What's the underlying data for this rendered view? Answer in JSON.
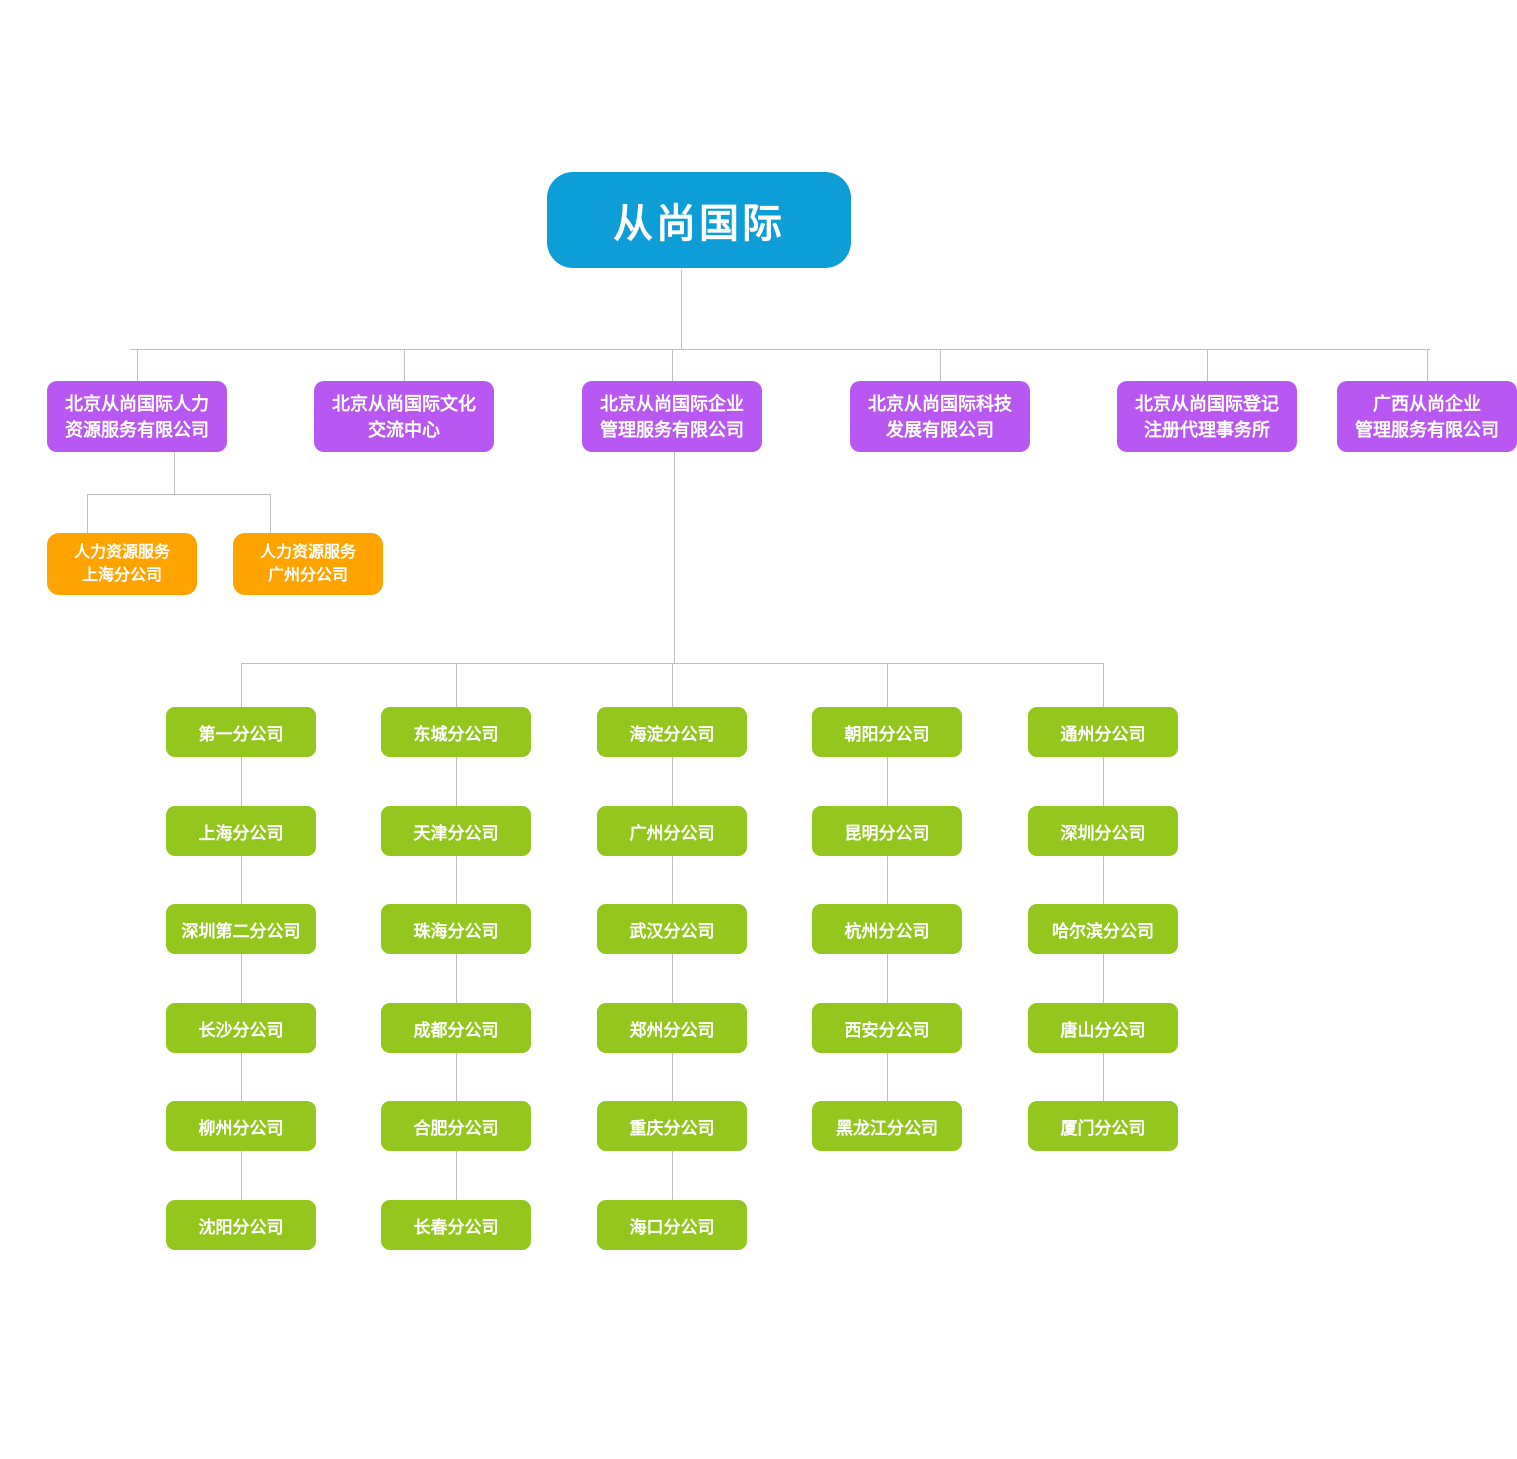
{
  "root": {
    "label": "从尚国际"
  },
  "level2": [
    {
      "label_lines": [
        "北京从尚国际人力",
        "资源服务有限公司"
      ]
    },
    {
      "label_lines": [
        "北京从尚国际文化",
        "交流中心"
      ]
    },
    {
      "label_lines": [
        "北京从尚国际企业",
        "管理服务有限公司"
      ]
    },
    {
      "label_lines": [
        "北京从尚国际科技",
        "发展有限公司"
      ]
    },
    {
      "label_lines": [
        "北京从尚国际登记",
        "注册代理事务所"
      ]
    },
    {
      "label_lines": [
        "广西从尚企业",
        "管理服务有限公司"
      ]
    }
  ],
  "hr_branches": [
    {
      "label_lines": [
        "人力资源服务",
        "上海分公司"
      ]
    },
    {
      "label_lines": [
        "人力资源服务",
        "广州分公司"
      ]
    }
  ],
  "branch_columns": [
    [
      "第一分公司",
      "上海分公司",
      "深圳第二分公司",
      "长沙分公司",
      "柳州分公司",
      "沈阳分公司"
    ],
    [
      "东城分公司",
      "天津分公司",
      "珠海分公司",
      "成都分公司",
      "合肥分公司",
      "长春分公司"
    ],
    [
      "海淀分公司",
      "广州分公司",
      "武汉分公司",
      "郑州分公司",
      "重庆分公司",
      "海口分公司"
    ],
    [
      "朝阳分公司",
      "昆明分公司",
      "杭州分公司",
      "西安分公司",
      "黑龙江分公司"
    ],
    [
      "通州分公司",
      "深圳分公司",
      "哈尔滨分公司",
      "唐山分公司",
      "厦门分公司"
    ]
  ],
  "colors": {
    "root_bg": "#0d9ed8",
    "subsidiary_bg": "#b857f2",
    "hr_branch_bg": "#ffa300",
    "branch_bg": "#93c71d",
    "connector": "#c0c0c0",
    "text": "#ffffff"
  }
}
